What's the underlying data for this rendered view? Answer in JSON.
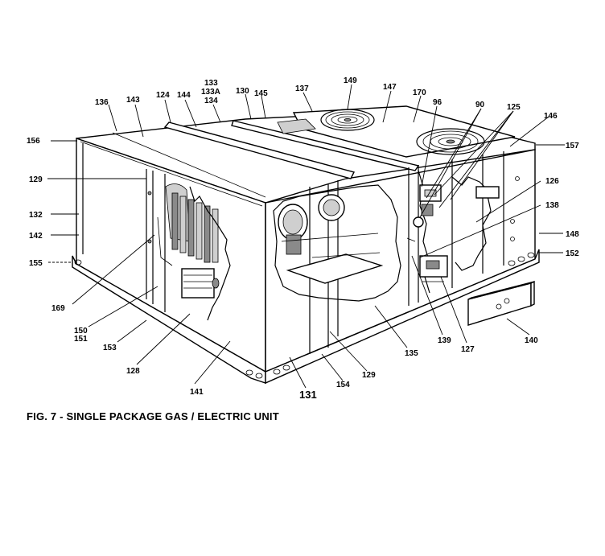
{
  "caption": "FIG. 7 - SINGLE PACKAGE GAS / ELECTRIC UNIT",
  "callouts": {
    "c156": "156",
    "c136": "136",
    "c143": "143",
    "c124": "124",
    "c144": "144",
    "c133": "133",
    "c133a": "133A",
    "c134": "134",
    "c130": "130",
    "c145": "145",
    "c137": "137",
    "c149": "149",
    "c147": "147",
    "c170": "170",
    "c96": "96",
    "c90": "90",
    "c125": "125",
    "c146": "146",
    "c157": "157",
    "c129a": "129",
    "c132": "132",
    "c142": "142",
    "c155": "155",
    "c126": "126",
    "c138": "138",
    "c148": "148",
    "c152": "152",
    "c169": "169",
    "c150": "150",
    "c151": "151",
    "c153": "153",
    "c128": "128",
    "c141": "141",
    "c131": "131",
    "c154": "154",
    "c129b": "129",
    "c135": "135",
    "c139": "139",
    "c127": "127",
    "c140": "140"
  }
}
